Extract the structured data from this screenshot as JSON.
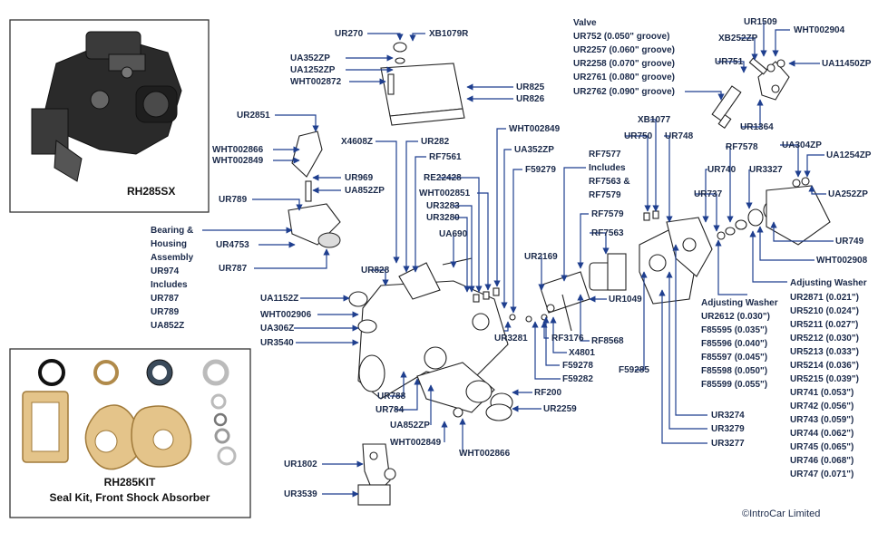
{
  "colors": {
    "leader": "#1f3f8f",
    "label": "#1b2a4a",
    "gasket": "#e4c48a",
    "photo": "#2a2a2a"
  },
  "photo_box": {
    "caption": "RH285SX"
  },
  "kit_box": {
    "caption_code": "RH285KIT",
    "caption_desc": "Seal Kit, Front Shock Absorber"
  },
  "copyright": "©IntroCar Limited",
  "labels": {
    "UR270": "UR270",
    "XB1079R": "XB1079R",
    "UA352ZP_a": "UA352ZP",
    "UA1252ZP": "UA1252ZP",
    "WHT002872": "WHT002872",
    "UR825": "UR825",
    "UR826": "UR826",
    "UR2851": "UR2851",
    "WHT002866_a": "WHT002866",
    "WHT002849_a": "WHT002849",
    "UR969": "UR969",
    "UA852ZP_a": "UA852ZP",
    "UR789_a": "UR789",
    "UR4753": "UR4753",
    "UR787_a": "UR787",
    "X4608Z": "X4608Z",
    "UR282": "UR282",
    "RF7561": "RF7561",
    "RE22428": "RE22428",
    "WHT002851": "WHT002851",
    "UR3283": "UR3283",
    "UR3280": "UR3280",
    "UA690": "UA690",
    "WHT002849_b": "WHT002849",
    "UA352ZP_b": "UA352ZP",
    "F59279": "F59279",
    "RF7577": "RF7577",
    "rf7577_inc": "Includes",
    "rf7577_a": "RF7563 &",
    "rf7577_b": "RF7579",
    "RF7579": "RF7579",
    "RF7563": "RF7563",
    "UR2169": "UR2169",
    "UR1049": "UR1049",
    "UR828": "UR828",
    "UA1152Z": "UA1152Z",
    "WHT002906": "WHT002906",
    "UA306Z": "UA306Z",
    "UR3540": "UR3540",
    "UR3281": "UR3281",
    "RF3176": "RF3176",
    "X4801": "X4801",
    "RF8568": "RF8568",
    "F59278": "F59278",
    "F59282": "F59282",
    "RF200": "RF200",
    "UR2259": "UR2259",
    "UR788": "UR788",
    "UR784": "UR784",
    "UA852ZP_b": "UA852ZP",
    "WHT002849_c": "WHT002849",
    "WHT002866_b": "WHT002866",
    "UR1802": "UR1802",
    "UR3539": "UR3539",
    "XB1077": "XB1077",
    "UR750": "UR750",
    "UR748": "UR748",
    "F59285": "F59285",
    "UR740": "UR740",
    "UR737": "UR737",
    "RF7578": "RF7578",
    "UR3327": "UR3327",
    "UA304ZP": "UA304ZP",
    "UA1254ZP": "UA1254ZP",
    "UA252ZP": "UA252ZP",
    "UR749": "UR749",
    "WHT002908": "WHT002908",
    "UR3274": "UR3274",
    "UR3279": "UR3279",
    "UR3277": "UR3277",
    "UR1509": "UR1509",
    "WHT002904": "WHT002904",
    "XB252ZP": "XB252ZP",
    "UR751": "UR751",
    "UA11450ZP": "UA11450ZP",
    "UR1364": "UR1364"
  },
  "bearing_block": [
    "Bearing &",
    "Housing",
    "Assembly",
    "UR974",
    "Includes",
    "UR787",
    "UR789",
    "UA852Z"
  ],
  "valve_block": [
    "Valve",
    "UR752 (0.050\" groove)",
    "UR2257 (0.060\" groove)",
    "UR2258 (0.070\" groove)",
    "UR2761 (0.080\" groove)",
    "UR2762 (0.090\" groove)"
  ],
  "adj_washer_1": [
    "Adjusting Washer",
    "UR2612 (0.030\")",
    "F85595 (0.035\")",
    "F85596 (0.040\")",
    "F85597 (0.045\")",
    "F85598 (0.050\")",
    "F85599 (0.055\")"
  ],
  "adj_washer_2": [
    "Adjusting Washer",
    "UR2871 (0.021\")",
    "UR5210 (0.024\")",
    "UR5211 (0.027\")",
    "UR5212 (0.030\")",
    "UR5213 (0.033\")",
    "UR5214 (0.036\")",
    "UR5215 (0.039\")",
    "UR741 (0.053\")",
    "UR742 (0.056\")",
    "UR743 (0.059\")",
    "UR744 (0.062\")",
    "UR745 (0.065\")",
    "UR746 (0.068\")",
    "UR747 (0.071\")"
  ]
}
